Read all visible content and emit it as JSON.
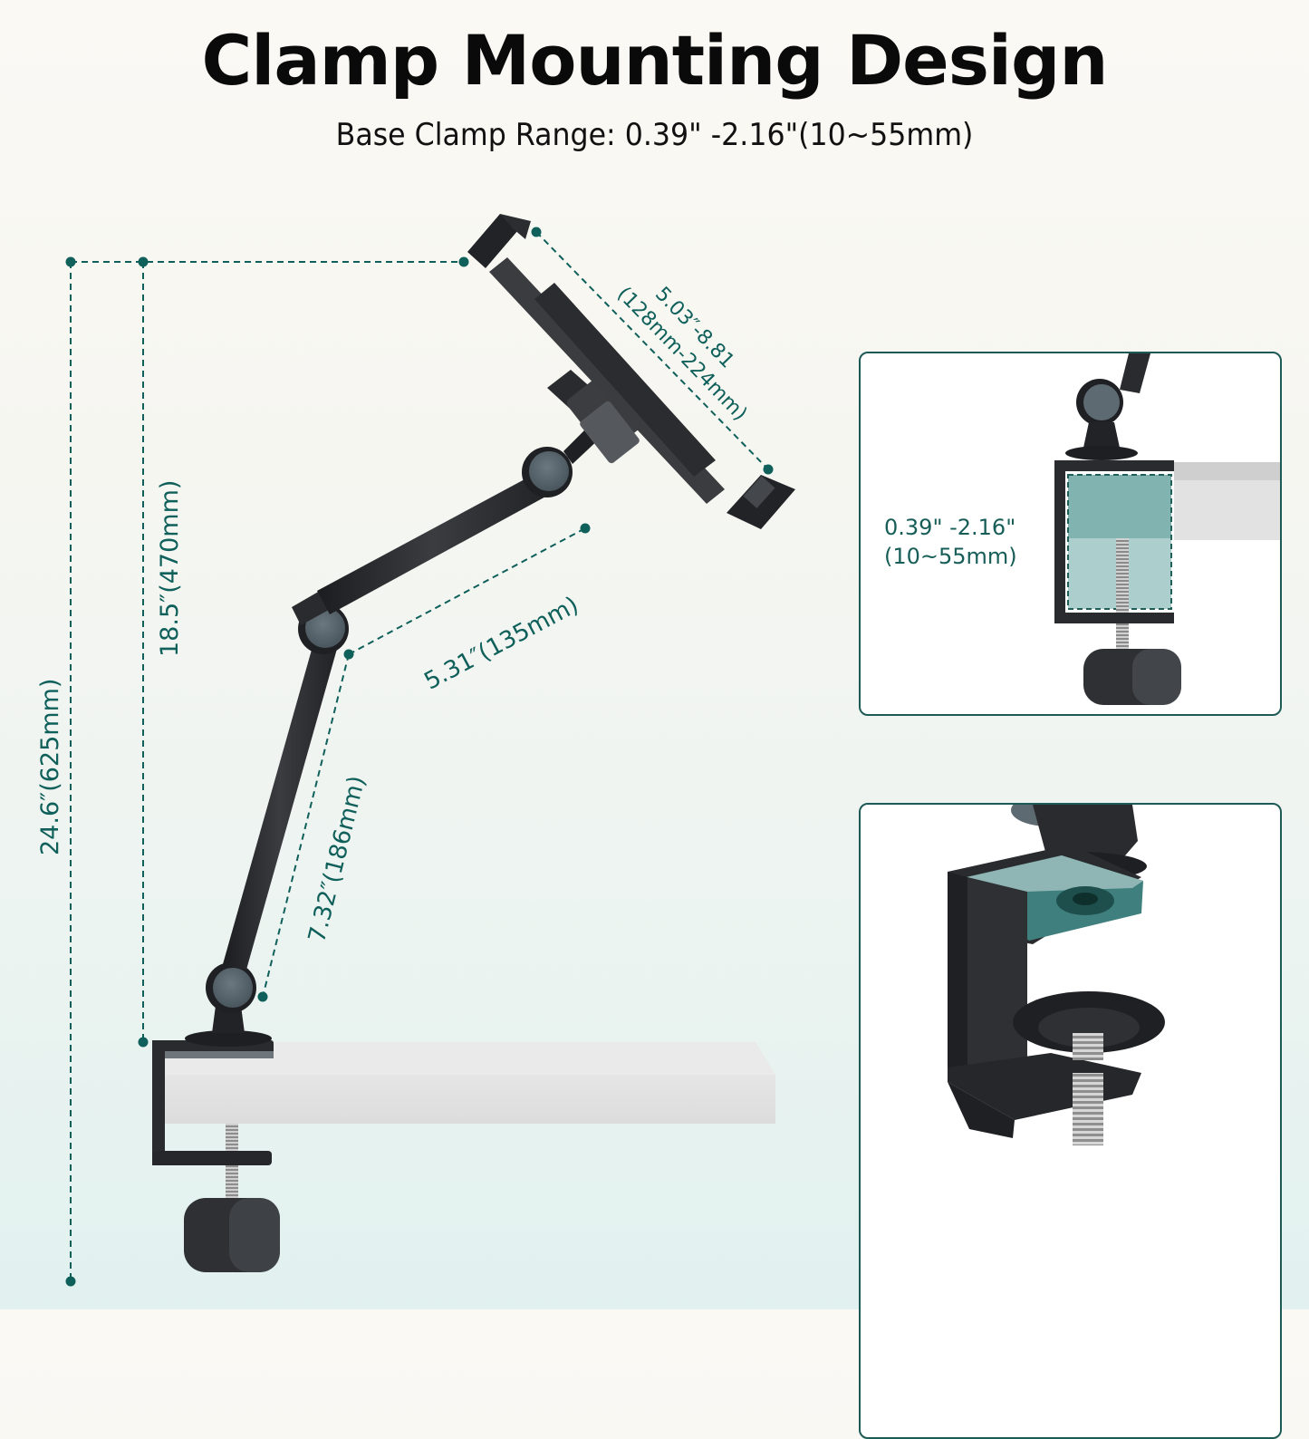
{
  "header": {
    "title": "Clamp Mounting Design",
    "subtitle": "Base Clamp Range: 0.39\" -2.16\"(10~55mm)"
  },
  "dimensions": {
    "total_height": "24.6″(625mm)",
    "arm_height": "18.5″(470mm)",
    "lower_arm": "7.32″(186mm)",
    "upper_arm": "5.31″(135mm)",
    "holder_range_in": "5.03″-8.81",
    "holder_range_mm": "(128mm-224mm)"
  },
  "detail_panels": [
    {
      "name": "clamp-range-detail",
      "label_line1": "0.39\" -2.16\"",
      "label_line2": "(10~55mm)"
    },
    {
      "name": "clamp-closeup-detail"
    }
  ],
  "colors": {
    "accent": "#0f5f5a",
    "panel_border": "#1d5a55",
    "metal_dark": "#2b2d30",
    "joint_cap": "#5d6a72",
    "desk": "#e4e4e4",
    "highlight": "#3d8a86"
  }
}
